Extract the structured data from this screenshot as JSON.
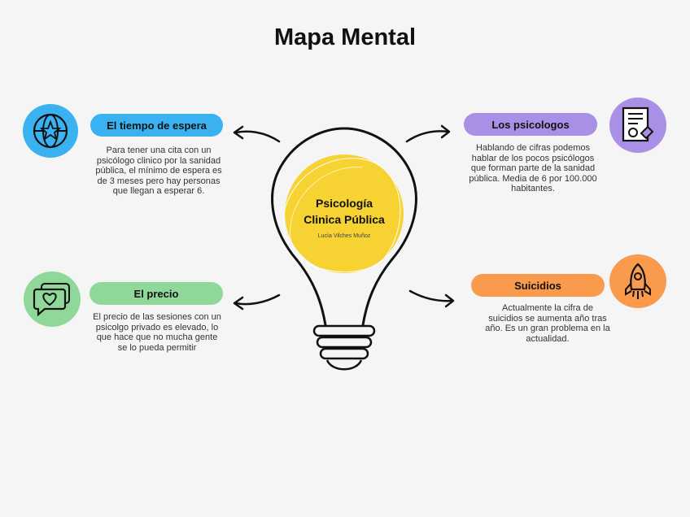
{
  "title": "Mapa Mental",
  "center": {
    "title_line1": "Psicología",
    "title_line2": "Clinica Pública",
    "author": "Lucía Vilches Muñoz"
  },
  "colors": {
    "blue": "#3ab2f2",
    "purple": "#a990e6",
    "green": "#8fd89a",
    "orange": "#f99a4c",
    "yellow": "#f7d233"
  },
  "nodes": {
    "tiempo": {
      "label": "El tiempo de espera",
      "icon": "globe-star-icon",
      "lines": [
        "Para tener una cita con un",
        "psicólogo clinico por la sanidad",
        "pública, el mínimo de espera es",
        "de 3 meses pero hay personas",
        "que llegan a esperar 6."
      ]
    },
    "psicologos": {
      "label": "Los psicologos",
      "icon": "certificate-icon",
      "lines": [
        "Hablando de cifras podemos",
        "hablar de los pocos psicólogos",
        "que forman parte de la sanidad",
        "pública. Media de 6 por 100.000",
        "habitantes."
      ]
    },
    "precio": {
      "label": "El precio",
      "icon": "chat-heart-icon",
      "lines": [
        "El precio de las sesiones con un",
        "psicolgo privado es elevado, lo",
        "que hace que no mucha gente",
        "se lo pueda permitir"
      ]
    },
    "suicidios": {
      "label": "Suicidios",
      "icon": "rocket-icon",
      "lines": [
        "Actualmente la cifra de",
        "suicidios se aumenta año tras",
        "año. Es un gran problema en la",
        "actualidad."
      ]
    }
  }
}
